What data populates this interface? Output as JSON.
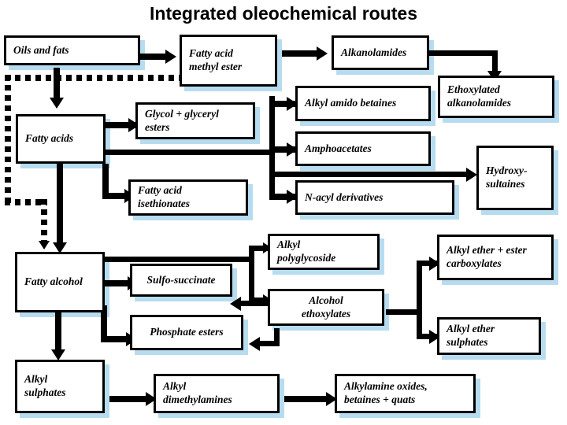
{
  "title": "Integrated oleochemical routes",
  "nodes": {
    "oils_and_fats": "Oils and fats",
    "fatty_acid_methyl_ester": "Fatty acid\nmethyl ester",
    "alkanolamides": "Alkanolamides",
    "ethoxylated_alkanolamides": "Ethoxylated\nalkanolamides",
    "fatty_acids": "Fatty acids",
    "glycol_glyceryl_esters": "Glycol + glyceryl\nesters",
    "alkyl_amido_betaines": "Alkyl amido betaines",
    "amphoacetates": "Amphoacetates",
    "fatty_acid_isethionates": "Fatty acid\nisethionates",
    "n_acyl_derivatives": "N-acyl derivatives",
    "hydroxy_sultaines": "Hydroxy-\nsultaines",
    "fatty_alcohol": "Fatty alcohol",
    "sulfo_succinate": "Sulfo-succinate",
    "phosphate_esters": "Phosphate esters",
    "alkyl_polyglycoside": "Alkyl\npolyglycoside",
    "alcohol_ethoxylates": "Alcohol\nethoxylates",
    "alkyl_ether_ester_carboxylates": "Alkyl ether + ester\ncarboxylates",
    "alkyl_ether_sulphates": "Alkyl ether\nsulphates",
    "alkyl_sulphates": "Alkyl\nsulphates",
    "alkyl_dimethylamines": "Alkyl\ndimethylamines",
    "alkylamine_oxides": "Alkylamine oxides,\nbetaines + quats"
  },
  "colors": {
    "background": "#ffffff",
    "stroke": "#000000",
    "box_fill": "#ffffff",
    "shadow": "#b7dcf0",
    "text": "#000000"
  },
  "edges": [
    {
      "from": "oils_and_fats",
      "to": "fatty_acid_methyl_ester",
      "style": "solid"
    },
    {
      "from": "fatty_acid_methyl_ester",
      "to": "alkanolamides",
      "style": "solid"
    },
    {
      "from": "alkanolamides",
      "to": "ethoxylated_alkanolamides",
      "style": "solid"
    },
    {
      "from": "oils_and_fats",
      "to": "fatty_acids",
      "style": "solid"
    },
    {
      "from": "oils_and_fats",
      "to": "fatty_alcohol",
      "style": "dashed"
    },
    {
      "from": "fatty_acids",
      "to": "glycol_glyceryl_esters",
      "style": "solid"
    },
    {
      "from": "fatty_acids",
      "to": "fatty_acid_isethionates",
      "style": "solid"
    },
    {
      "from": "fatty_acids",
      "to": "alkyl_amido_betaines",
      "style": "solid"
    },
    {
      "from": "fatty_acids",
      "to": "amphoacetates",
      "style": "solid"
    },
    {
      "from": "fatty_acids",
      "to": "n_acyl_derivatives",
      "style": "solid"
    },
    {
      "from": "fatty_acids",
      "to": "hydroxy_sultaines",
      "style": "solid"
    },
    {
      "from": "fatty_acids",
      "to": "fatty_alcohol",
      "style": "solid"
    },
    {
      "from": "fatty_alcohol",
      "to": "sulfo_succinate",
      "style": "solid"
    },
    {
      "from": "fatty_alcohol",
      "to": "phosphate_esters",
      "style": "solid"
    },
    {
      "from": "fatty_alcohol",
      "to": "alkyl_polyglycoside",
      "style": "solid"
    },
    {
      "from": "fatty_alcohol",
      "to": "alcohol_ethoxylates",
      "style": "solid"
    },
    {
      "from": "fatty_alcohol",
      "to": "alkyl_sulphates",
      "style": "solid"
    },
    {
      "from": "alcohol_ethoxylates",
      "to": "sulfo_succinate",
      "style": "solid"
    },
    {
      "from": "alcohol_ethoxylates",
      "to": "phosphate_esters",
      "style": "solid"
    },
    {
      "from": "alcohol_ethoxylates",
      "to": "alkyl_ether_ester_carboxylates",
      "style": "solid"
    },
    {
      "from": "alcohol_ethoxylates",
      "to": "alkyl_ether_sulphates",
      "style": "solid"
    },
    {
      "from": "alkyl_sulphates",
      "to": "alkyl_dimethylamines",
      "style": "solid"
    },
    {
      "from": "alkyl_dimethylamines",
      "to": "alkylamine_oxides",
      "style": "solid"
    }
  ]
}
